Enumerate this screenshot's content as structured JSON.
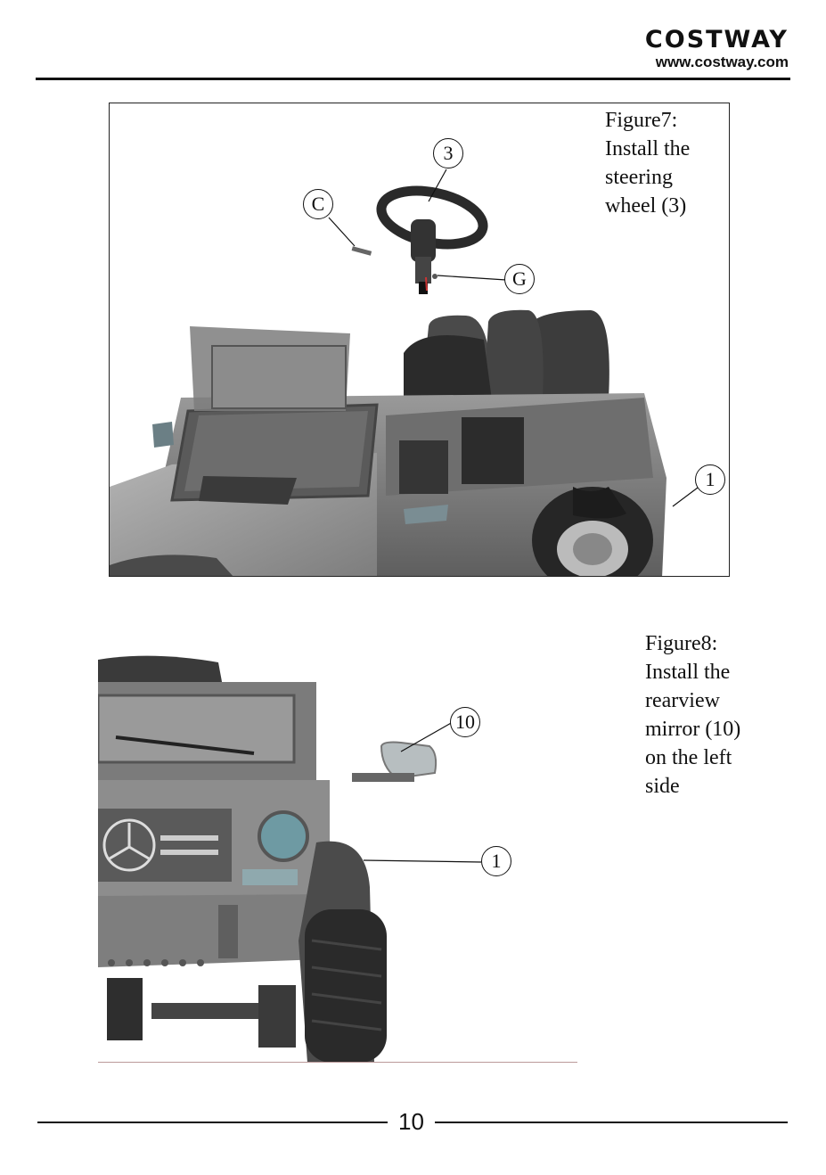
{
  "header": {
    "brand_name": "COSTWAY",
    "brand_url": "www.costway.com"
  },
  "figure7": {
    "caption_lines": [
      "Figure7:",
      "Install the",
      "steering",
      "wheel (3)"
    ],
    "callouts": {
      "steering_wheel": "3",
      "bolt": "C",
      "nut": "G",
      "body": "1"
    }
  },
  "figure8": {
    "caption_lines": [
      "Figure8:",
      "Install the",
      "rearview",
      "mirror (10)",
      "on the left",
      "side"
    ],
    "callouts": {
      "mirror": "10",
      "body": "1"
    }
  },
  "footer": {
    "page_number": "10"
  }
}
